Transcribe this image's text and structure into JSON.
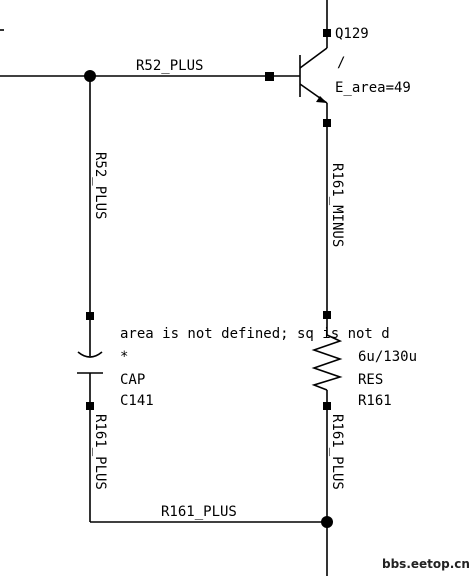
{
  "schematic": {
    "transistor": {
      "ref": "Q129",
      "slash": "/",
      "param": "E_area=49"
    },
    "capacitor": {
      "type": "CAP",
      "ref": "C141",
      "asterisk": "*"
    },
    "resistor": {
      "type": "RES",
      "ref": "R161",
      "size": "6u/130u"
    },
    "message": "area is not defined; sq is not d",
    "nets": {
      "top_horizontal": "R52_PLUS",
      "left_vertical": "R52_PLUS",
      "right_vertical": "R161_MINUS",
      "cap_bottom": "R161_PLUS",
      "res_bottom": "R161_PLUS",
      "bottom_horizontal": "R161_PLUS"
    }
  },
  "watermark": "bbs.eetop.cn"
}
